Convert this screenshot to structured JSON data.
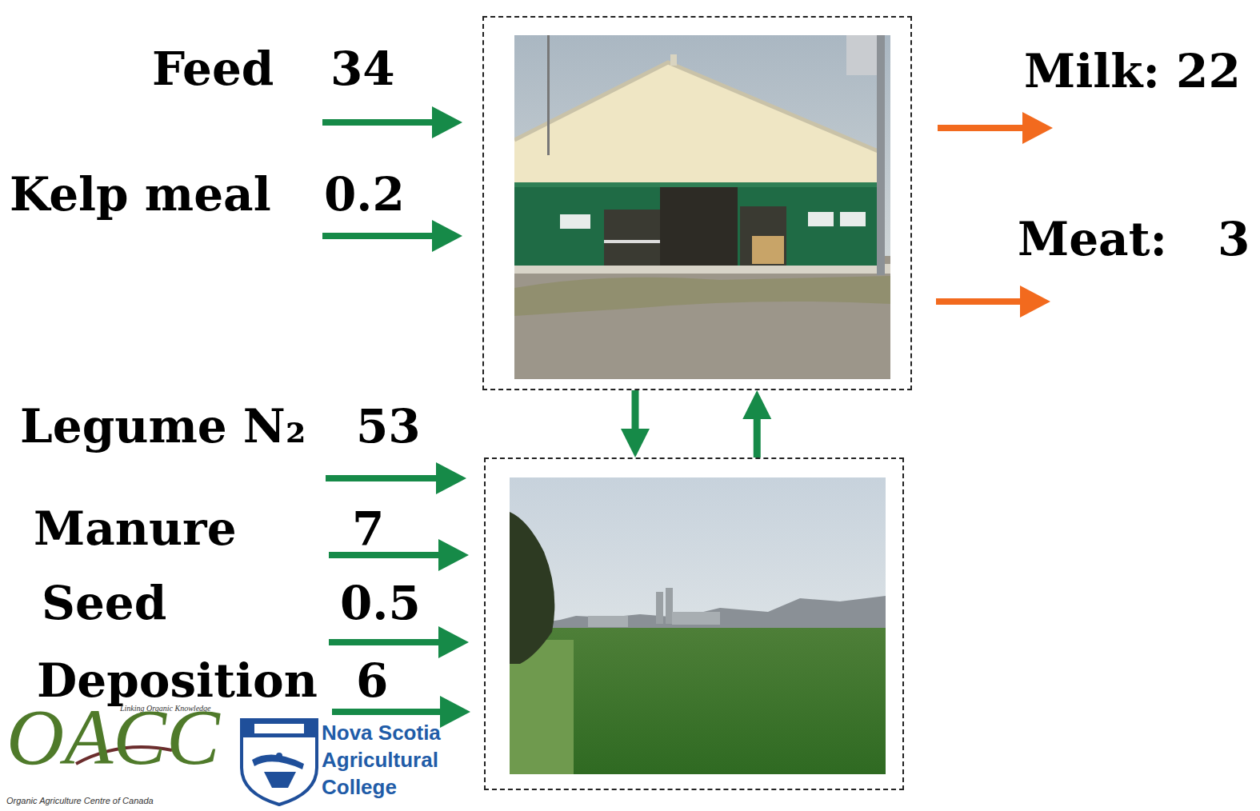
{
  "diagram": {
    "nodes": [
      {
        "text": []
      },
      {
        "text": []
      }
    ],
    "edges": [
      {
        "from": 0,
        "to": 1,
        "arrow": "to"
      },
      {
        "from": 1,
        "to": 0,
        "arrow": "to"
      }
    ],
    "labels": [
      "Feed",
      "34",
      "Kelp meal",
      "0.2",
      "Milk: 22",
      "Meat:",
      "3",
      "Legume N₂",
      "53",
      "Manure",
      "7",
      "Seed",
      "0.5",
      "Deposition",
      "6",
      "Linking Organic Knowledge",
      "OACC",
      "Organic Agriculture Centre of Canada",
      "Nova Scotia Agricultural College"
    ]
  }
}
